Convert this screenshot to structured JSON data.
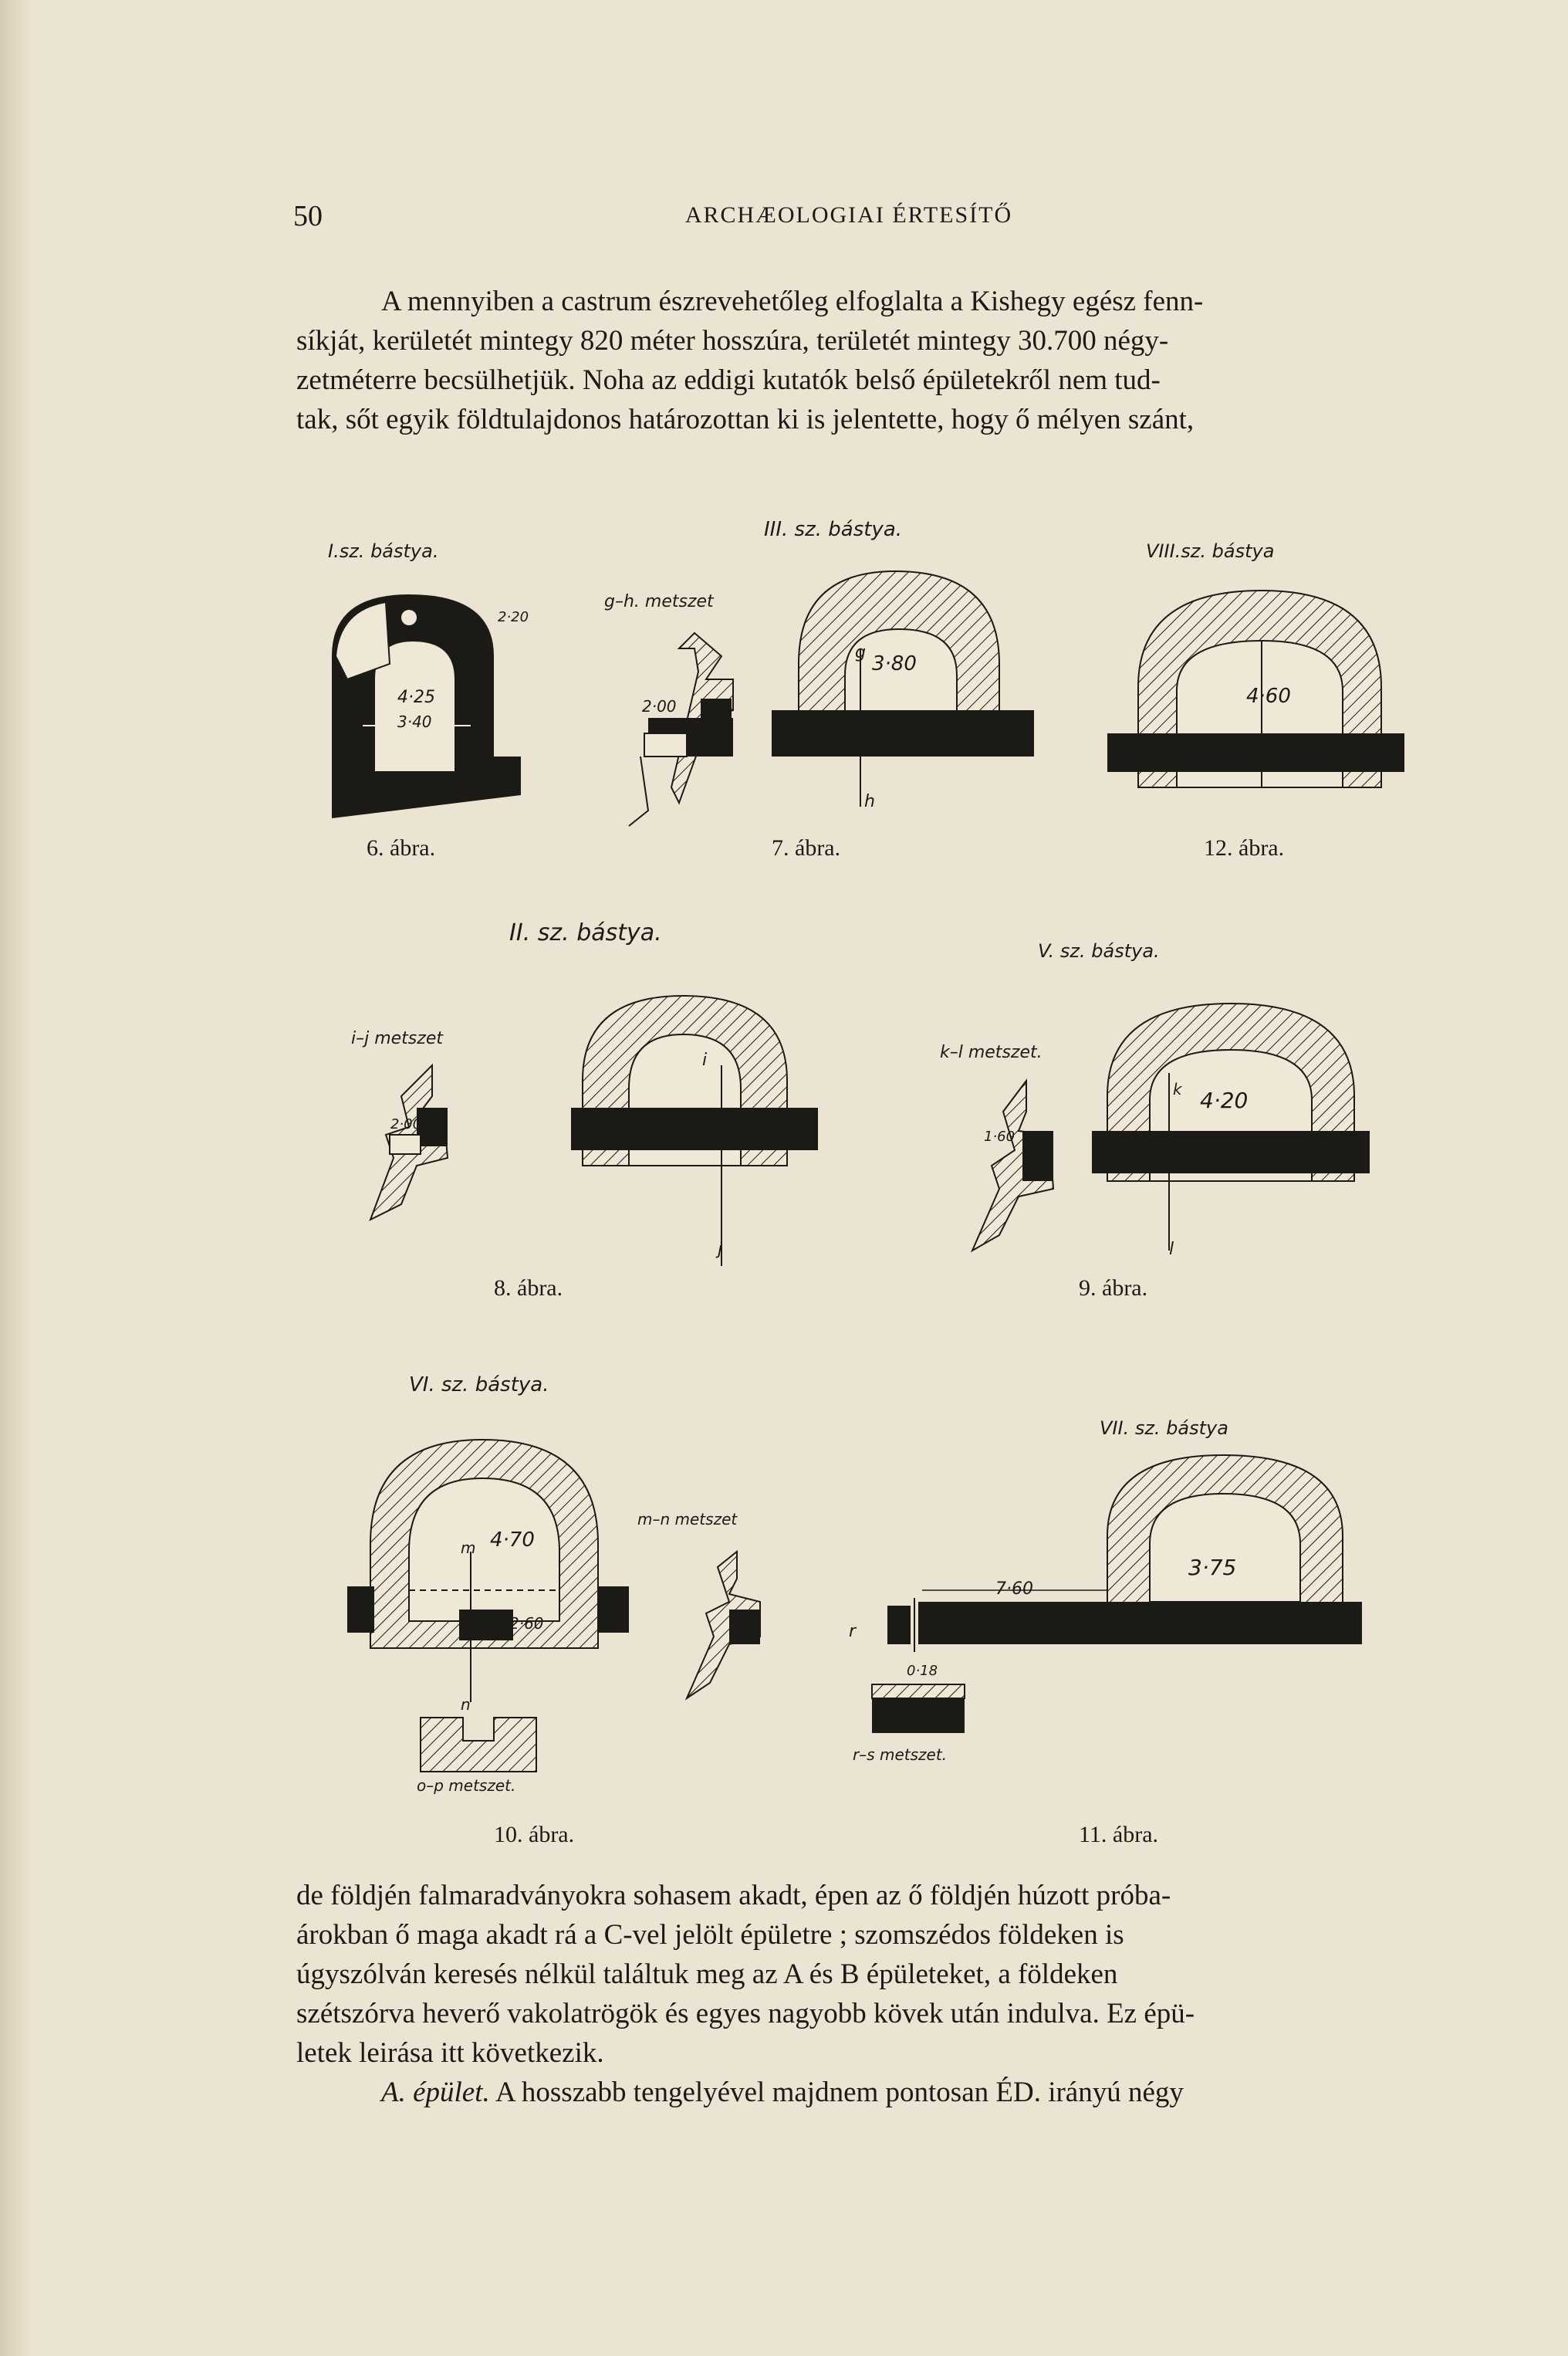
{
  "header": {
    "page_number": "50",
    "running_title": "ARCHÆOLOGIAI ÉRTESÍTŐ"
  },
  "text_top": {
    "lines": [
      "A mennyiben a castrum észrevehetőleg elfoglalta a Kishegy egész fenn-",
      "síkját, kerületét mintegy 820 méter hosszúra, területét mintegy 30.700 négy-",
      "zetméterre becsülhetjük. Noha az eddigi kutatók belső épületekről nem tud-",
      "tak, sőt egyik földtulajdonos határozottan ki is jelentette, hogy ő mélyen szánt,"
    ]
  },
  "text_bottom": {
    "lines": [
      "de földjén falmaradványokra sohasem akadt, épen az ő földjén húzott próba-",
      "árokban ő maga akadt rá a C-vel jelölt épületre ; szomszédos földeken is",
      "úgyszólván keresés nélkül találtuk meg az A és B épületeket, a földeken",
      "szétszórva heverő vakolatrögök és egyes nagyobb kövek után indulva. Ez épü-",
      "letek leirása itt következik."
    ],
    "last_lead": "A. épület.",
    "last_rest": "A hosszabb tengelyével majdnem pontosan ÉD. irányú négy"
  },
  "figures": {
    "fig6": {
      "caption": "6. ábra.",
      "title": "I.sz. bástya.",
      "dim_a": "4·25",
      "dim_b": "3·40",
      "dim_c": "2·20"
    },
    "fig7": {
      "caption": "7. ábra.",
      "title": "III. sz. bástya.",
      "section": "g–h. metszet",
      "dim_a": "3·80",
      "dim_b": "2·00",
      "mark_a": "g",
      "mark_b": "h"
    },
    "fig12": {
      "caption": "12. ábra.",
      "title": "VIII.sz. bástya",
      "dim_a": "4·60"
    },
    "fig8": {
      "caption": "8. ábra.",
      "title": "II. sz. bástya.",
      "section": "i–j metszet",
      "mark_a": "i",
      "mark_b": "j",
      "dim_a": "2·00"
    },
    "fig9": {
      "caption": "9. ábra.",
      "title": "V. sz. bástya.",
      "section": "k–l metszet.",
      "dim_a": "4·20",
      "mark_a": "k",
      "mark_b": "l",
      "dim_b": "1·60"
    },
    "fig10": {
      "caption": "10. ábra.",
      "title": "VI. sz. bástya.",
      "section_a": "m–n metszet",
      "section_b": "o–p metszet.",
      "dim_a": "4·70",
      "dim_b": "2·60",
      "mark_a": "m",
      "mark_b": "n"
    },
    "fig11": {
      "caption": "11. ábra.",
      "title": "VII. sz. bástya",
      "section": "r–s metszet.",
      "dim_a": "7·60",
      "dim_b": "3·75",
      "dim_c": "0·18",
      "mark_a": "r"
    }
  }
}
